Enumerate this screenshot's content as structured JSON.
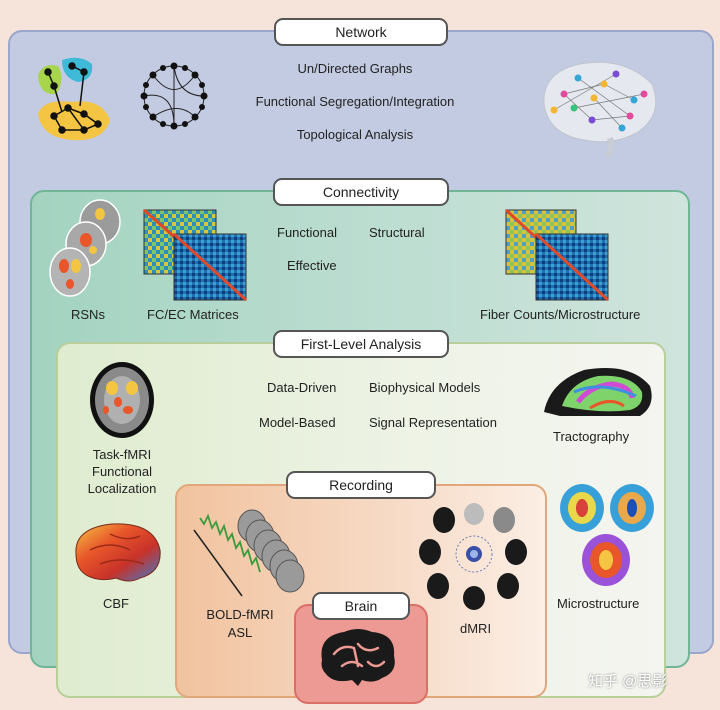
{
  "layers": {
    "network": {
      "title": "Network",
      "items": [
        "Un/Directed Graphs",
        "Functional Segregation/Integration",
        "Topological Analysis"
      ]
    },
    "connectivity": {
      "title": "Connectivity",
      "functional": "Functional",
      "effective": "Effective",
      "structural": "Structural",
      "rsns": "RSNs",
      "matrices": "FC/EC Matrices",
      "fiber": "Fiber Counts/Microstructure"
    },
    "first_level": {
      "title": "First-Level Analysis",
      "data_driven": "Data-Driven",
      "model_based": "Model-Based",
      "biophysical": "Biophysical Models",
      "signal": "Signal Representation",
      "task_lines": [
        "Task-fMRI",
        "Functional",
        "Localization"
      ],
      "tractography": "Tractography",
      "cbf": "CBF",
      "microstructure": "Microstructure"
    },
    "recording": {
      "title": "Recording",
      "bold_lines": [
        "BOLD-fMRI",
        "ASL"
      ],
      "dmri": "dMRI"
    },
    "brain": {
      "title": "Brain"
    }
  },
  "watermark": "知乎 @思影",
  "colors": {
    "network_bg": "#c3cbe2",
    "connectivity_bg": "#a3d3c0",
    "first_level_bg": "#dfeccf",
    "recording_bg": "#f1c39f",
    "brain_bg": "#ec9a93"
  }
}
